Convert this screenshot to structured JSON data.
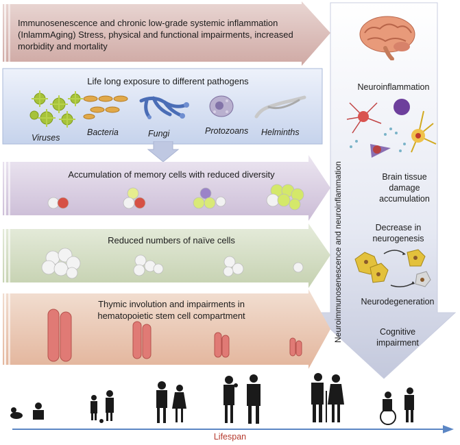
{
  "top_band": {
    "text": "Immunosenescence and chronic low-grade systemic inflammation (InlammAging) Stress, physical and functional impairments, increased morbidity and mortality"
  },
  "pathogens": {
    "title": "Life long exposure to different pathogens",
    "labels": [
      "Viruses",
      "Bacteria",
      "Fungi",
      "Protozoans",
      "Helminths"
    ]
  },
  "memory": {
    "title": "Accumulation of memory cells with reduced diversity"
  },
  "naive": {
    "title": "Reduced numbers of naïve cells"
  },
  "thymic": {
    "title": "Thymic involution and impairments in hematopoietic stem cell compartment"
  },
  "side_arrow": {
    "vertical_label": "Neuroimmunosenescence and neuroinflammation",
    "items": [
      "Neuroinflammation",
      "Brain tissue damage accumulation",
      "Decrease in neurogenesis",
      "Neurodegeneration",
      "Cognitive impairment"
    ]
  },
  "timeline": {
    "label": "Lifespan"
  },
  "colors": {
    "top_band": "#dcbcb8",
    "pathogen_band": "#cfdaf0",
    "memory_band": "#d8cedf",
    "naive_band": "#d3dcc4",
    "thymic_band": "#efcfbd",
    "side_arrow": "#e4e7f2",
    "timeline": "#5b86c4"
  }
}
